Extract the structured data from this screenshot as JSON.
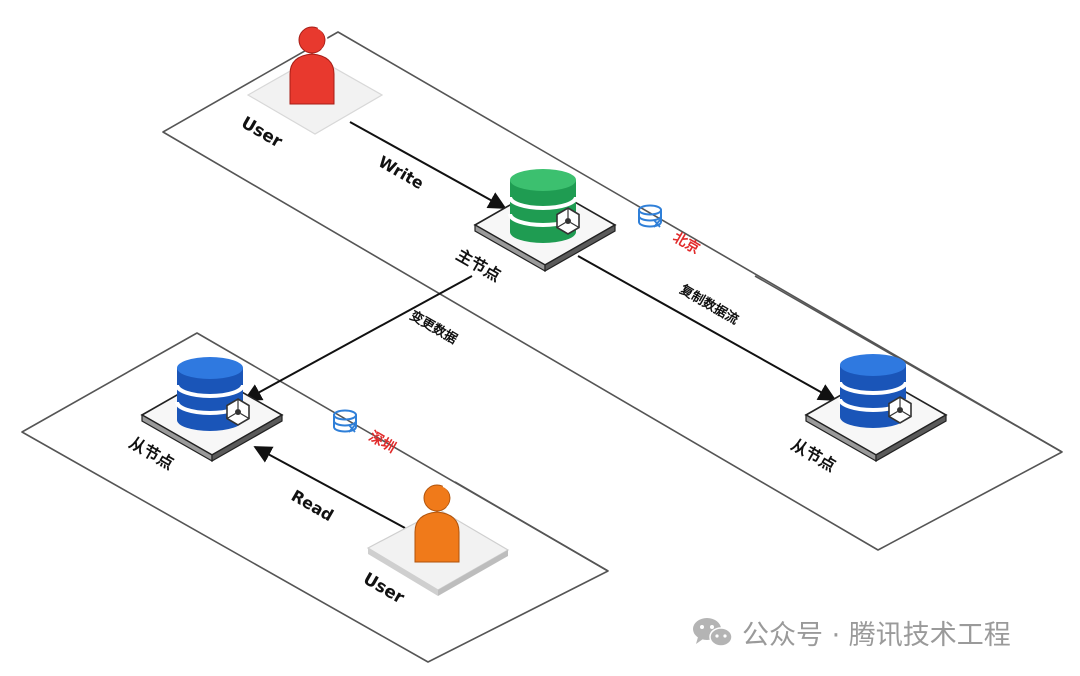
{
  "labels": {
    "user_top": "User",
    "user_bottom": "User",
    "write": "Write",
    "read": "Read",
    "master": "主节点",
    "slave_left": "从节点",
    "slave_right": "从节点",
    "change_data": "变更数据",
    "replication_stream": "复制数据流",
    "city_beijing": "北京",
    "city_shenzhen": "深圳"
  },
  "watermark": {
    "icon": "wechat-icon",
    "text": "公众号 · 腾讯技术工程"
  },
  "colors": {
    "master_db": "#22a95a",
    "slave_db": "#1d5fc4",
    "user_top": "#e8392e",
    "user_bottom": "#f07a1a",
    "city_label": "#e12b2b",
    "region_icon": "#2f7fd8"
  }
}
